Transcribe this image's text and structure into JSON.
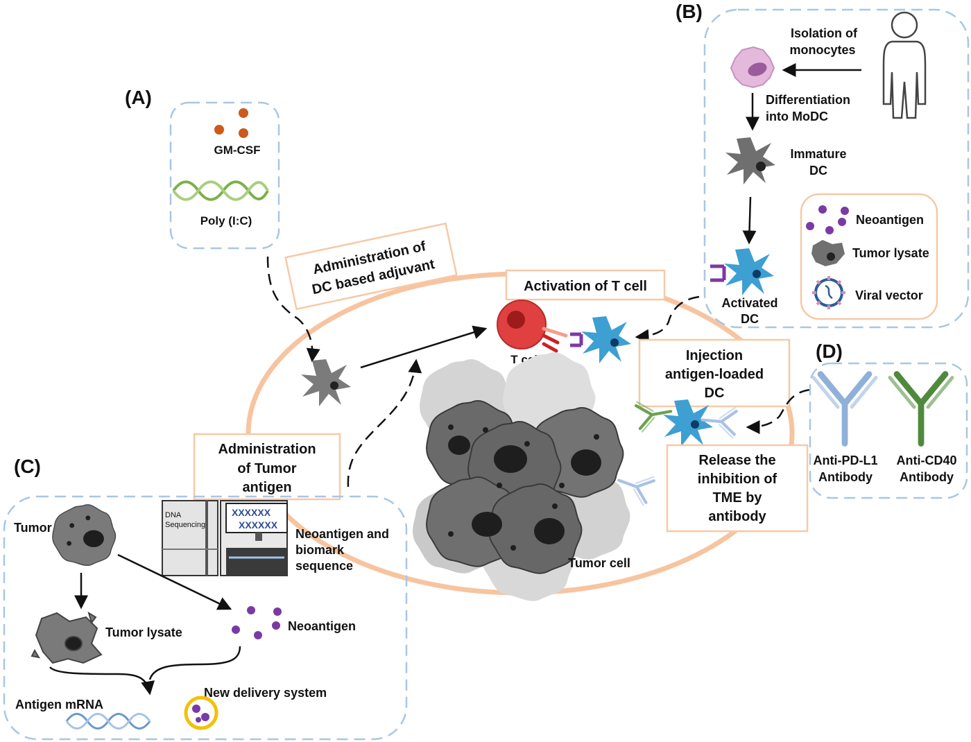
{
  "panels": {
    "a": {
      "letter": "(A)",
      "gm_csf": "GM-CSF",
      "poly": "Poly (I:C)"
    },
    "b": {
      "letter": "(B)",
      "isolation": [
        "Isolation of",
        "monocytes"
      ],
      "differentiation": [
        "Differentiation",
        "into MoDC"
      ],
      "immature": [
        "Immature",
        "DC"
      ],
      "activated": [
        "Activated",
        "DC"
      ],
      "legend": {
        "neoantigen": "Neoantigen",
        "tumor_lysate": "Tumor lysate",
        "viral_vector": "Viral vector"
      }
    },
    "c": {
      "letter": "(C)",
      "tumor": "Tumor",
      "tumor_lysate": "Tumor lysate",
      "neoantigen": "Neoantigen",
      "antigen_mrna": "Antigen mRNA",
      "delivery": "New delivery system",
      "sequencer_label": [
        "DNA",
        "Sequencing"
      ],
      "screen_text": "XXXXXX",
      "neoantigen_seq": [
        "Neoantigen and",
        "biomark",
        "sequence"
      ]
    },
    "d": {
      "letter": "(D)",
      "anti_pdl1": [
        "Anti-PD-L1",
        "Antibody"
      ],
      "anti_cd40": [
        "Anti-CD40",
        "Antibody"
      ]
    }
  },
  "boxes": {
    "dc_adjuvant": [
      "Administration of",
      "DC based adjuvant"
    ],
    "activation": "Activation of T cell",
    "tumor_antigen": [
      "Administration",
      "of Tumor",
      "antigen"
    ],
    "injection": [
      "Injection",
      "antigen-loaded",
      "DC"
    ],
    "release": [
      "Release the",
      "inhibition of",
      "TME by",
      "antibody"
    ]
  },
  "center": {
    "t_cell": "T cell",
    "tumor_cell": "Tumor cell"
  },
  "colors": {
    "panel_border": "#a9c6e4",
    "box_border": "#f6c9a6",
    "ellipse": "#f7c4a0",
    "dc_gray": "#7b7b7b",
    "dc_blue": "#3d9fd2",
    "t_cell": "#e04040",
    "neoantigen": "#7a3aa6",
    "gm_csf": "#cc5a1c",
    "pdl1": "#8fb0d8",
    "cd40": "#4f8a3c"
  }
}
